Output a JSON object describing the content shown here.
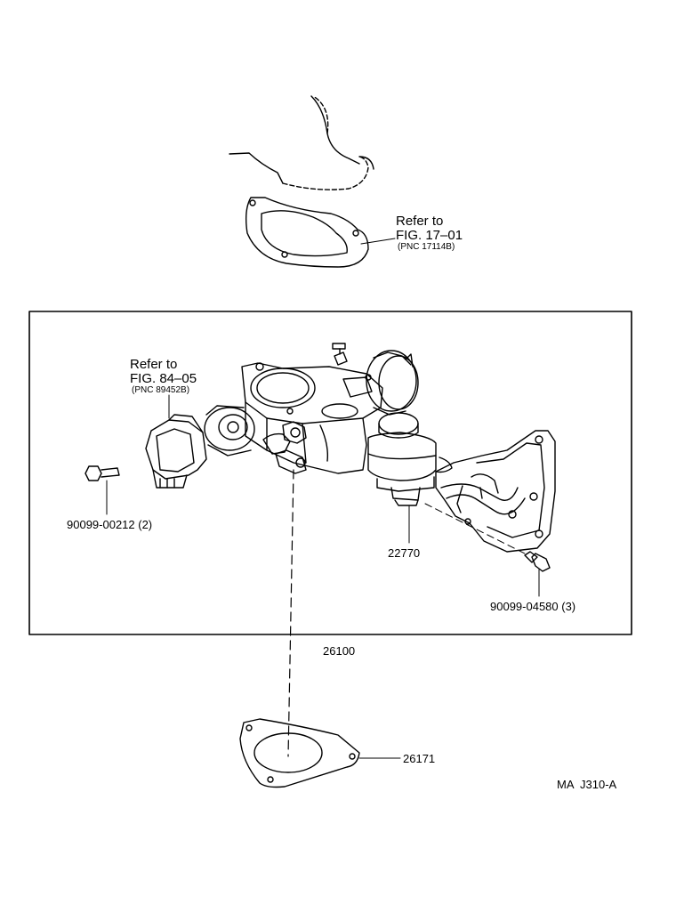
{
  "colors": {
    "ink": "#000000",
    "paper": "#ffffff"
  },
  "ref_upper": {
    "line1": "Refer to",
    "line2": "FIG. 17–01",
    "line3": "(PNC 17114B)"
  },
  "ref_sensor": {
    "line1": "Refer to",
    "line2": "FIG. 84–05",
    "line3": "(PNC 89452B)"
  },
  "part_numbers": {
    "bolt_left": "90099-00212 (2)",
    "valve": "22770",
    "bolt_right": "90099-04580 (3)",
    "assembly": "26100",
    "gasket_lower": "26171"
  },
  "figure_code": "MA  J310-A"
}
